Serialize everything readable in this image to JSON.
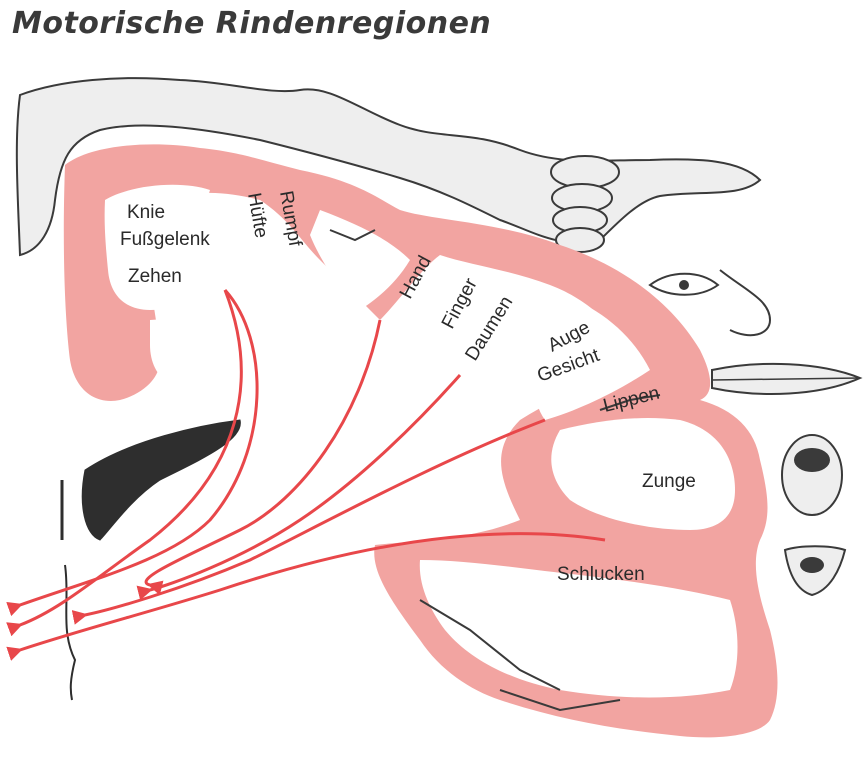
{
  "title": "Motorische Rindenregionen",
  "labels": {
    "knie": "Knie",
    "fussgelenk": "Fußgelenk",
    "zehen": "Zehen",
    "huefte": "Hüfte",
    "rumpf": "Rumpf",
    "hand": "Hand",
    "finger": "Finger",
    "daumen": "Daumen",
    "auge": "Auge",
    "gesicht": "Gesicht",
    "lippen": "Lippen",
    "zunge": "Zunge",
    "schlucken": "Schlucken"
  },
  "colors": {
    "cortex": "#f2a4a1",
    "arrow": "#e8474a",
    "outline": "#3a3a3a",
    "figure_fill": "#eeeeee"
  },
  "icons": [
    "leg-icon",
    "hand-icon",
    "eye-icon",
    "nose-icon",
    "lips-icon",
    "mouth-open-icon",
    "throat-icon",
    "ventricle-icon"
  ]
}
